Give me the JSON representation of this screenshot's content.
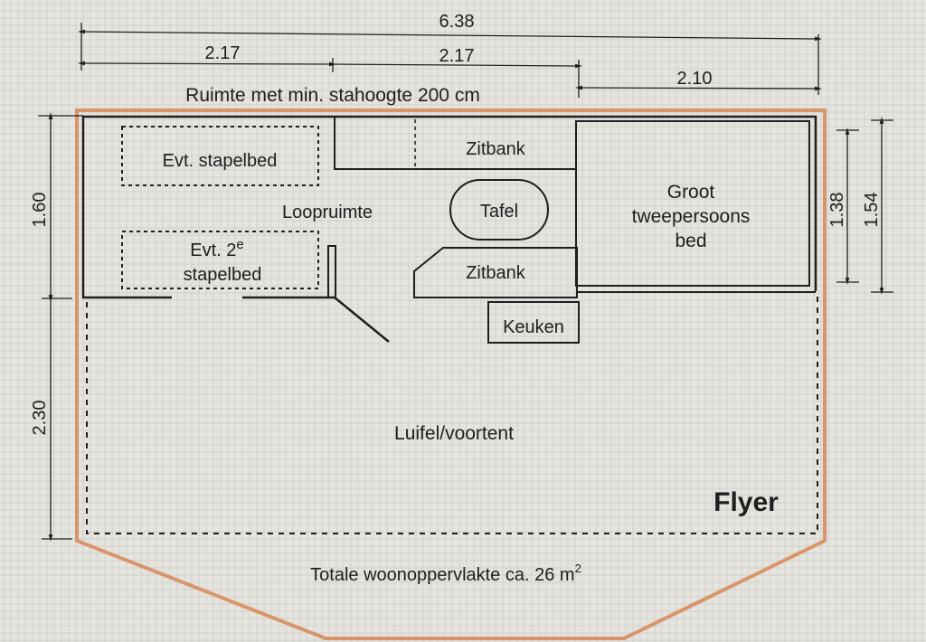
{
  "dimensions": {
    "total_width": "6.38",
    "left_width": "2.17",
    "middle_width": "2.17",
    "right_width": "2.10",
    "left_height_top": "1.60",
    "left_height_bottom": "2.30",
    "bed_height_inner": "1.38",
    "bed_height_outer": "1.54"
  },
  "headroom_note": "Ruimte met min. stahoogte 200 cm",
  "rooms": {
    "bunk_1": "Evt. stapelbed",
    "bunk_2_line1": "Evt. 2",
    "bunk_2_sup": "e",
    "bunk_2_line2": "stapelbed",
    "walkway": "Loopruimte",
    "bench_top": "Zitbank",
    "table": "Tafel",
    "bench_bottom": "Zitbank",
    "bed_line1": "Groot",
    "bed_line2": "tweepersoons",
    "bed_line3": "bed",
    "kitchen": "Keuken",
    "awning": "Luifel/voortent"
  },
  "brand": "Flyer",
  "total_area_label": "Totale woonoppervlakte ca. 26 m",
  "total_area_sup": "2",
  "colors": {
    "outline": "#d9956a",
    "ink": "#1e1e1e",
    "background": "#e6e4df"
  }
}
